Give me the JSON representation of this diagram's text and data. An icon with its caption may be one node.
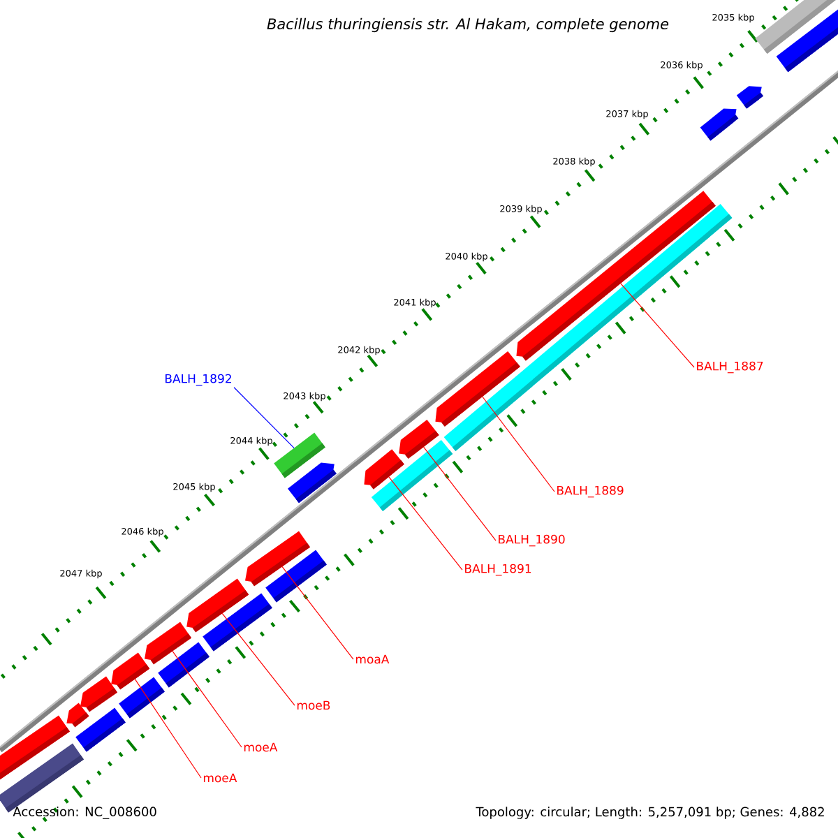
{
  "diagram": {
    "title": "*Bacillus thuringiensis* str. Al Hakam, complete genome",
    "nodes": [
      {
        "text": [
          "BALH_1887"
        ]
      },
      {
        "text": [
          "BALH_1892"
        ]
      },
      {
        "text": [
          "BALH_1889"
        ]
      },
      {
        "text": [
          "BALH_1890"
        ]
      },
      {
        "text": [
          "BALH_1891"
        ]
      },
      {
        "text": [
          "moaA"
        ]
      },
      {
        "text": [
          "moeB"
        ]
      },
      {
        "text": [
          "moeA"
        ]
      },
      {
        "text": [
          "moeA"
        ]
      },
      {
        "text": [],
        "shape": "bar"
      },
      {
        "text": [],
        "shape": "bar"
      },
      {
        "text": [],
        "shape": "arrow"
      },
      {
        "text": [],
        "shape": "bar"
      },
      {
        "text": [],
        "shape": "arrow"
      },
      {
        "text": [],
        "shape": "arrow"
      },
      {
        "text": [],
        "shape": "bar"
      },
      {
        "text": [],
        "shape": "arrow"
      },
      {
        "text": [],
        "shape": "bar"
      },
      {
        "text": [],
        "shape": "arrow"
      },
      {
        "text": [],
        "shape": "bar"
      },
      {
        "text": [],
        "shape": "arrow"
      },
      {
        "text": [],
        "shape": "bar"
      },
      {
        "text": [],
        "shape": "bar"
      },
      {
        "text": [],
        "shape": "arrow"
      },
      {
        "text": [],
        "shape": "arrow"
      },
      {
        "text": [],
        "shape": "bar"
      },
      {
        "text": [],
        "shape": "arrow"
      },
      {
        "text": [],
        "shape": "arrow"
      },
      {
        "text": [],
        "shape": "bar"
      },
      {
        "text": [],
        "shape": "arrow"
      },
      {
        "text": [],
        "shape": "arrow"
      },
      {
        "text": [],
        "shape": "arrow"
      },
      {
        "text": [],
        "shape": "bar"
      },
      {
        "text": [],
        "shape": "arrow"
      }
    ],
    "edges": [
      {
        "from": 0,
        "to": 29,
        "arrow": "none"
      },
      {
        "from": 1,
        "to": 22,
        "arrow": "none",
        "color": "#0000ff"
      },
      {
        "from": 2,
        "to": 27,
        "arrow": "none"
      },
      {
        "from": 3,
        "to": 26,
        "arrow": "none"
      },
      {
        "from": 4,
        "to": 24,
        "arrow": "none"
      },
      {
        "from": 5,
        "to": 20,
        "arrow": "none"
      },
      {
        "from": 6,
        "to": 18,
        "arrow": "none"
      },
      {
        "from": 7,
        "to": 16,
        "arrow": "none"
      },
      {
        "from": 8,
        "to": 14,
        "arrow": "none"
      }
    ],
    "labels": [
      "2035 kbp",
      "2036 kbp",
      "2037 kbp",
      "2038 kbp",
      "2039 kbp",
      "2040 kbp",
      "2041 kbp",
      "2042 kbp",
      "2043 kbp",
      "2044 kbp",
      "2045 kbp",
      "2046 kbp",
      "2047 kbp",
      "Accession: NC_008600",
      "Topology: circular; Length: 5,257,091 bp; Genes: 4,882"
    ]
  }
}
